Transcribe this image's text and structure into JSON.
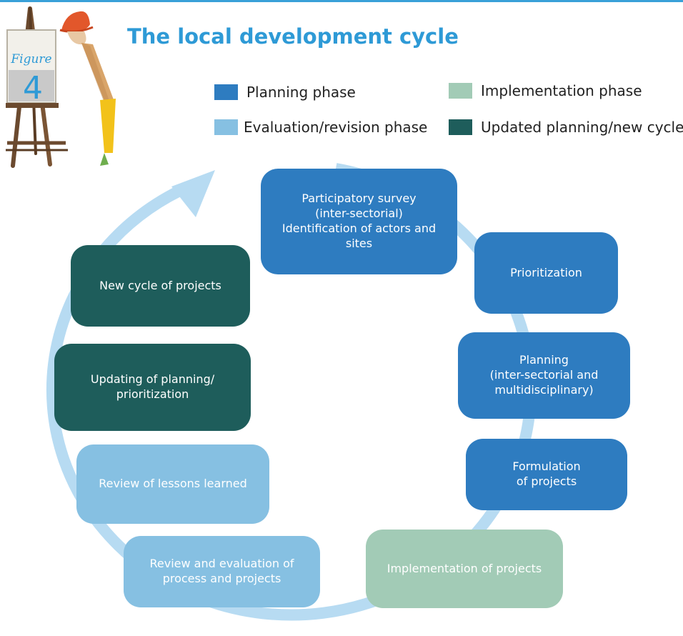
{
  "title": "The local development cycle",
  "figure_badge": {
    "label": "Figure",
    "number": "4"
  },
  "legend": [
    {
      "label": "Planning phase",
      "color": "#2e7cc0"
    },
    {
      "label": "Implementation phase",
      "color": "#a2cbb6"
    },
    {
      "label": "Evaluation/revision phase",
      "color": "#86c0e2"
    },
    {
      "label": "Updated planning/new cycle",
      "color": "#1e5d5b"
    }
  ],
  "colors": {
    "planning": "#2e7cc0",
    "implementation": "#a2cbb6",
    "evaluation": "#86c0e2",
    "updated": "#1e5d5b",
    "cycle_arrow": "#b7dbf2",
    "title": "#2e9ad6"
  },
  "boxes": [
    {
      "id": "participatory-survey",
      "text": "Participatory survey\n(inter-sectorial)\nIdentification of actors and sites",
      "phase": "planning"
    },
    {
      "id": "prioritization",
      "text": "Prioritization",
      "phase": "planning"
    },
    {
      "id": "planning",
      "text": "Planning\n(inter-sectorial and\nmultidisciplinary)",
      "phase": "planning"
    },
    {
      "id": "formulation",
      "text": "Formulation\nof projects",
      "phase": "planning"
    },
    {
      "id": "implementation",
      "text": "Implementation of projects",
      "phase": "implementation"
    },
    {
      "id": "review-evaluation",
      "text": "Review and evaluation of\nprocess and projects",
      "phase": "evaluation"
    },
    {
      "id": "review-lessons",
      "text": "Review of lessons learned",
      "phase": "evaluation"
    },
    {
      "id": "updating-planning",
      "text": "Updating of planning/\nprioritization",
      "phase": "updated"
    },
    {
      "id": "new-cycle",
      "text": "New cycle of projects",
      "phase": "updated"
    }
  ]
}
